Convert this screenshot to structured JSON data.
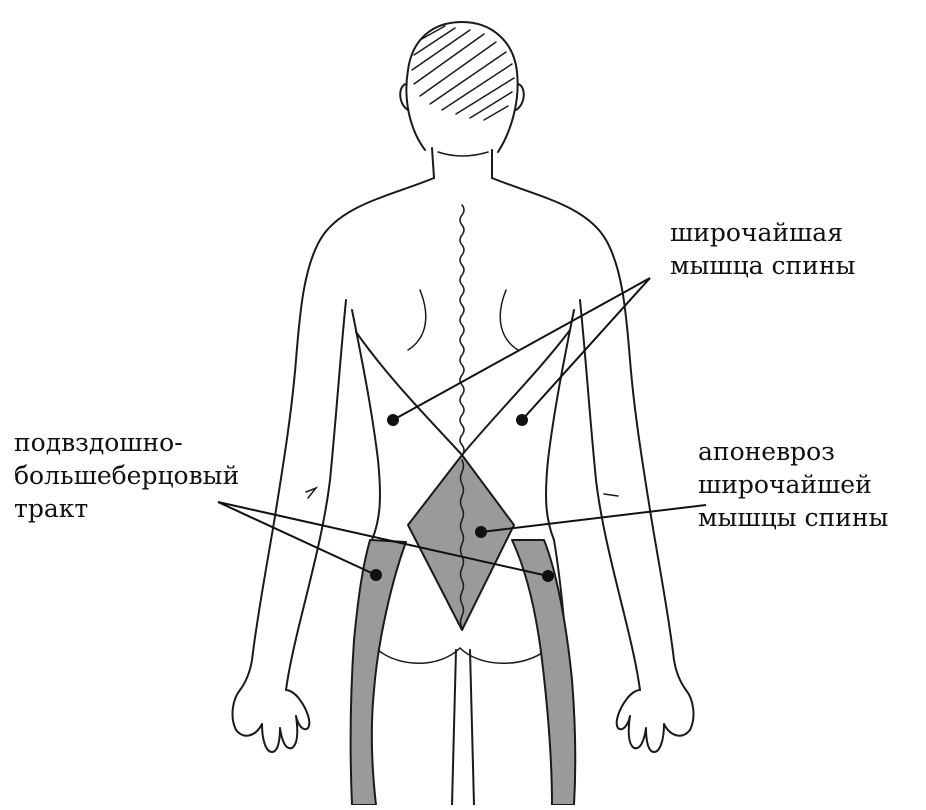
{
  "labels": {
    "latissimus": {
      "line1": "широчайшая",
      "line2": "мышца спины"
    },
    "iliotibial": {
      "line1": "подвздошно-",
      "line2": "большеберцовый",
      "line3": "тракт"
    },
    "aponeurosis": {
      "line1": "апоневроз",
      "line2": "широчайшей",
      "line3": "мышцы спины"
    }
  },
  "colors": {
    "line": "#1a1a1a",
    "shading": "#9a9a9a",
    "background": "#ffffff"
  }
}
